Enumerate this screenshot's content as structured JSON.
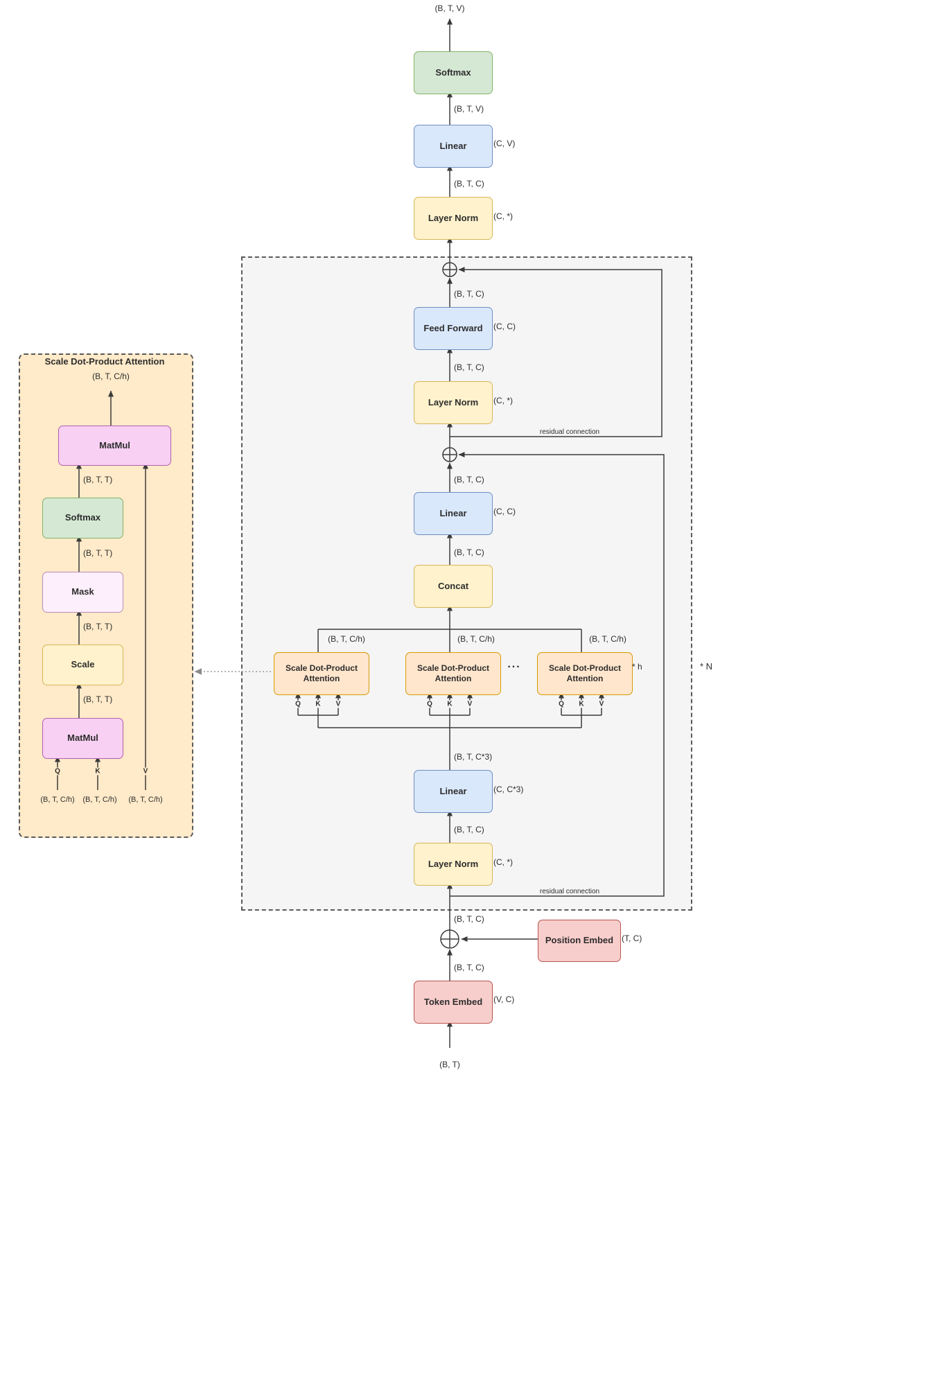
{
  "palette": {
    "green_fill": "#d5e8d4",
    "green_stroke": "#82b366",
    "blue_fill": "#dae8fc",
    "blue_stroke": "#6c8ebf",
    "yellow_fill": "#fff2cc",
    "yellow_stroke": "#d6b656",
    "orange_fill": "#ffe6cc",
    "orange_stroke": "#d79b00",
    "red_fill": "#f8cecc",
    "red_stroke": "#b85450",
    "pink_fill": "#f8d0f3",
    "pink_stroke": "#b05fb0",
    "mask_fill": "#fdf0fc",
    "mask_stroke": "#b98ab9",
    "block_panel_fill": "#f5f5f6",
    "detail_panel_fill": "#ffeac9",
    "wire_color": "#3b3b3b"
  },
  "blocks": {
    "softmax": "Softmax",
    "linear": "Linear",
    "layer_norm": "Layer Norm",
    "feed_forward": "Feed Forward",
    "concat": "Concat",
    "attention_head": "Scale Dot-Product Attention",
    "position_embed": "Position Embed",
    "token_embed": "Token Embed",
    "matmul": "MatMul",
    "mask": "Mask",
    "scale": "Scale"
  },
  "shapes": {
    "btv": "(B, T, V)",
    "btc": "(B, T, C)",
    "btc3": "(B, T, C*3)",
    "btch": "(B, T, C/h)",
    "btt": "(B, T, T)",
    "bt": "(B, T)"
  },
  "params": {
    "cv": "(C, V)",
    "cstar": "(C, *)",
    "cc": "(C, C)",
    "cc3": "(C, C*3)",
    "tc": "(T, C)",
    "vc": "(V, C)"
  },
  "annotations": {
    "residual": "residual connection",
    "times_n": "* N",
    "times_h": "* h",
    "ellipsis": "...",
    "q": "Q",
    "k": "K",
    "v": "V",
    "detail_title": "Scale Dot-Product Attention"
  }
}
